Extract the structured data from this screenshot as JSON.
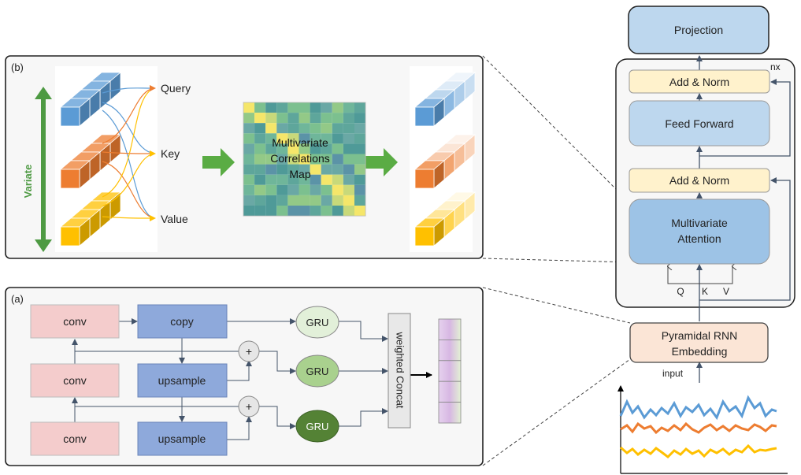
{
  "panel_b": {
    "label": "(b)",
    "variate_label": "Variate",
    "query_label": "Query",
    "key_label": "Key",
    "value_label": "Value",
    "map_title_line1": "Multivariate",
    "map_title_line2": "Correlations",
    "map_title_line3": "Map"
  },
  "panel_a": {
    "label": "(a)",
    "conv_label": "conv",
    "copy_label": "copy",
    "upsample_label": "upsample",
    "plus_symbol": "+",
    "gru_label": "GRU",
    "concat_label": "weighted Concat"
  },
  "architecture": {
    "projection_label": "Projection",
    "repeat_label": "nx",
    "add_norm_label": "Add & Norm",
    "feed_forward_label": "Feed Forward",
    "attention_line1": "Multivariate",
    "attention_line2": "Attention",
    "q_label": "Q",
    "k_label": "K",
    "v_label": "V",
    "embedding_line1": "Pyramidal RNN",
    "embedding_line2": "Embedding",
    "input_label": "input"
  },
  "colors": {
    "variate_arrow": "#4e9a43",
    "blue_cube": "#5b9bd5",
    "orange_cube": "#ed7d31",
    "yellow_cube": "#ffc000",
    "big_arrow": "#5aac44",
    "conv_fill": "#f4cccc",
    "copy_fill": "#8ea9db",
    "gru_light": "#e2f0d9",
    "gru_mid": "#a9d18e",
    "gru_dark": "#548235",
    "projection_fill": "#bdd7ee",
    "add_norm_fill": "#fff2cc",
    "feed_forward_fill": "#bdd7ee",
    "attention_fill": "#9dc3e6",
    "embedding_fill": "#fbe5d6",
    "series_blue": "#5b9bd5",
    "series_orange": "#ed7d31",
    "series_yellow": "#ffc000"
  }
}
